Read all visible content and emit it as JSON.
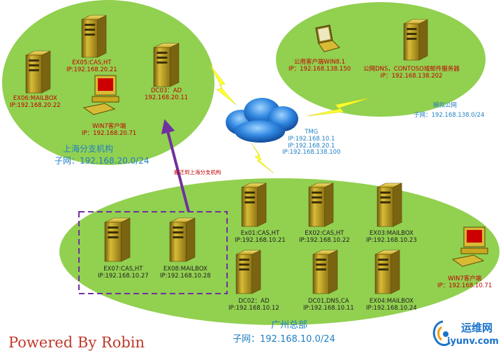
{
  "colors": {
    "zone_fill": "#92d050",
    "server_body": "#c9a820",
    "cloud": "#1d6fd0",
    "lightning": "#ffff33",
    "arrow": "#7030a0",
    "dashed": "#7030a0",
    "label_red": "#c00000",
    "label_blue": "#1f7fc4"
  },
  "shanghai": {
    "servers": {
      "ex05": {
        "name": "EX05:CAS,HT",
        "ip": "IP:192.168.20.21"
      },
      "ex06": {
        "name": "EX06:MAILBOX",
        "ip": "IP:192.168.20.22"
      },
      "dc03": {
        "name": "DC03：AD",
        "ip": "192.168.20.11"
      }
    },
    "client": {
      "name": "WIN7客户端",
      "ip": "IP：192.168.20.71"
    },
    "title": "上海分支机构",
    "subnet": "子网：192.168.20.0/24"
  },
  "public": {
    "client": {
      "name": "公用客户端WIN8.1",
      "ip": "IP：192.168.138.150"
    },
    "server": {
      "name": "公网DNS，CONTOSO域邮件服务器",
      "ip": "IP：192.168.138.202"
    },
    "title": "模拟公网",
    "subnet": "子网：192.168.138.0/24"
  },
  "tmg": {
    "name": "TMG",
    "ips": [
      "IP:192.168.10.1",
      "IP:192.168.20.1",
      "IP:192.168.138.100"
    ]
  },
  "migration_label": "搬迁到上海分支机构",
  "guangzhou": {
    "servers": {
      "ex01": {
        "name": "Ex01:CAS,HT",
        "ip": "IP:192.168.10.21"
      },
      "ex02": {
        "name": "EX02:CAS,HT",
        "ip": "IP:192.168.10.22"
      },
      "ex03": {
        "name": "EX03:MAILBOX",
        "ip": "IP:192.168.10.23"
      },
      "ex07": {
        "name": "EX07:CAS,HT",
        "ip": "IP:192.168.10.27"
      },
      "ex08": {
        "name": "EX08:MAILBOX",
        "ip": "IP:192.168.10.28"
      },
      "dc02": {
        "name": "DC02：AD",
        "ip": "IP:192.168.10.12"
      },
      "dc01": {
        "name": "DC01,DNS,CA",
        "ip": "IP:192.168.10.11"
      },
      "ex04": {
        "name": "EX04:MAILBOX",
        "ip": "IP:192.168.10.24"
      }
    },
    "client": {
      "name": "WIN7客户端",
      "ip": "IP：192.168.10.71"
    },
    "title": "广州总部",
    "subnet": "子网：192.168.10.0/24"
  },
  "watermark": {
    "powered": "Powered By Robin",
    "logo_text": "运维网",
    "logo_url": "iyunv.com"
  }
}
